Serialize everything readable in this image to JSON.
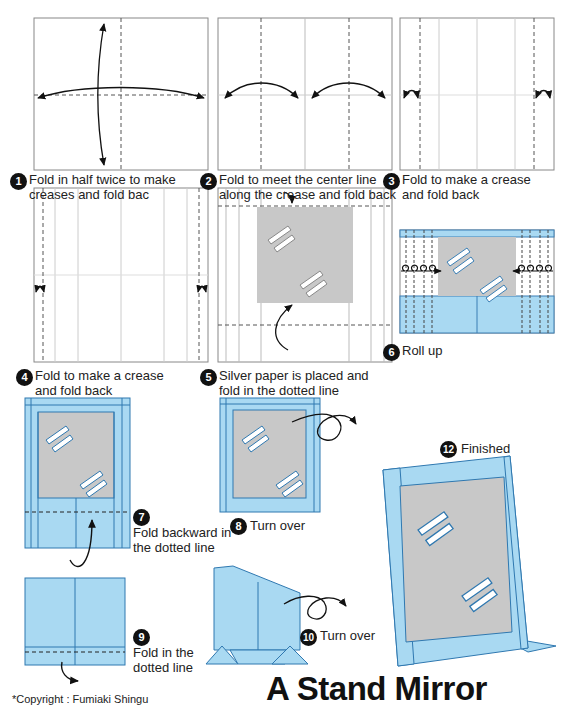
{
  "diagram": {
    "title": "A Stand Mirror",
    "labels": [
      "1",
      "Fold in half twice to make creases and fold bac",
      "2",
      "Fold to meet the center line along the crease and fold back",
      "3",
      "Fold to make a crease and fold back",
      "4",
      "Fold to make a crease and fold back",
      "5",
      "Silver paper is placed and fold in the dotted line",
      "6",
      "Roll up",
      "7",
      "Fold backward in the dotted line",
      "8",
      "Turn over",
      "9",
      "Fold in the dotted line",
      "10",
      "Turn over",
      "12",
      "Finished",
      "*Copyright : Fumiaki Shingu"
    ]
  }
}
